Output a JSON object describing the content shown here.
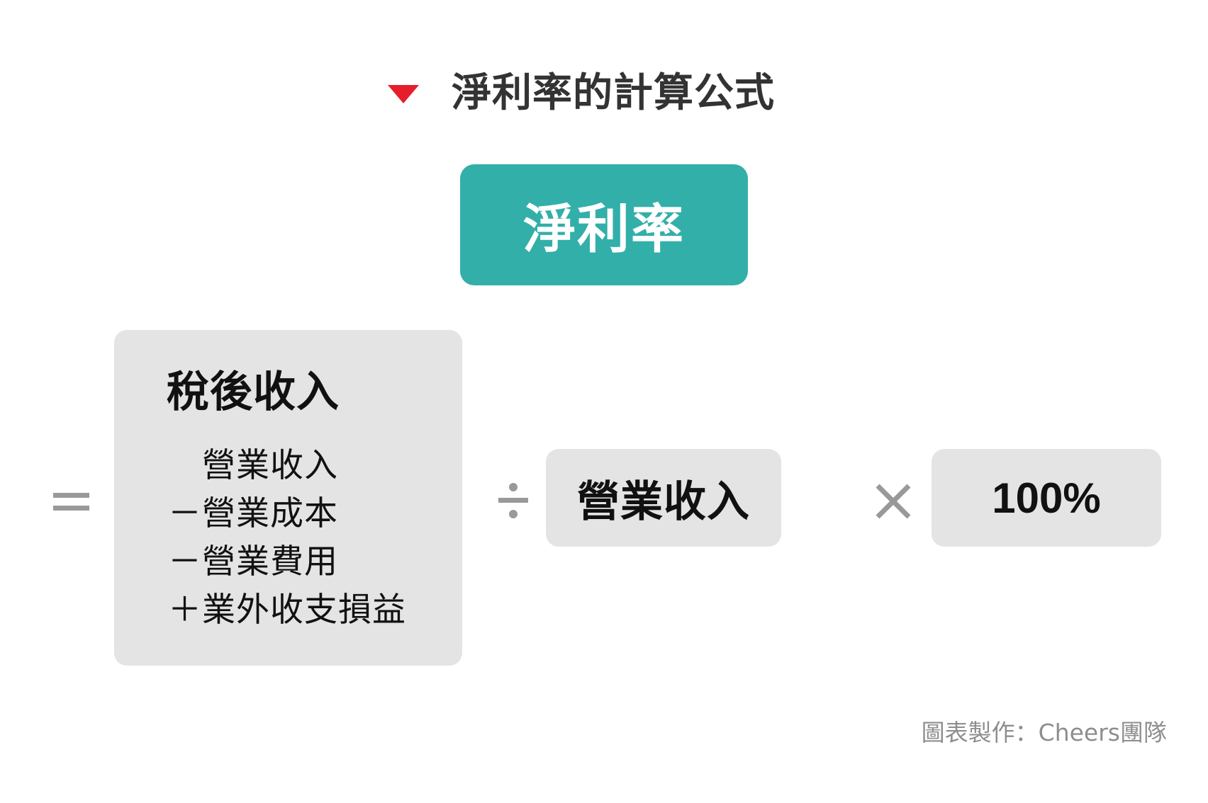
{
  "title": {
    "marker_icon": "triangle-down-icon",
    "marker_color": "#e61e2b",
    "text": "淨利率的計算公式"
  },
  "formula": {
    "result": {
      "label": "淨利率",
      "background_color": "#33afaa",
      "text_color": "#ffffff"
    },
    "operators": {
      "equals": "=",
      "divide": "÷",
      "multiply": "×",
      "color": "#999999"
    },
    "numerator": {
      "title": "稅後收入",
      "lines": [
        {
          "sign": "",
          "label": "營業收入"
        },
        {
          "sign": "－",
          "label": "營業成本"
        },
        {
          "sign": "－",
          "label": "營業費用"
        },
        {
          "sign": "＋",
          "label": "業外收支損益"
        }
      ],
      "background_color": "#e4e4e4"
    },
    "divisor": {
      "label": "營業收入",
      "background_color": "#e4e4e4"
    },
    "multiplier": {
      "label": "100%",
      "background_color": "#e4e4e4"
    }
  },
  "footer": {
    "credit": "圖表製作：Cheers團隊"
  }
}
